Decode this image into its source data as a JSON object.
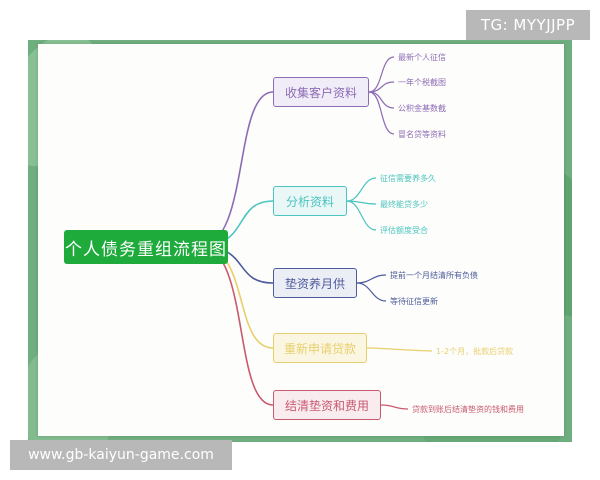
{
  "watermarks": {
    "top_right": "TG: MYYJJPP",
    "bottom_left": "www.gb-kaiyun-game.com"
  },
  "diagram": {
    "root": "个人债务重组流程图",
    "branches": [
      {
        "label": "收集客户资料",
        "color": "#8d6bb5",
        "bg": "#f1edf8",
        "leaves": [
          "最新个人征信",
          "一年个税截图",
          "公积金基数截",
          "冒名贷等资料"
        ]
      },
      {
        "label": "分析资料",
        "color": "#4cc4c0",
        "bg": "#e9f7f7",
        "leaves": [
          "征信需要养多久",
          "最终能贷多少",
          "评估额度受合"
        ]
      },
      {
        "label": "垫资养月供",
        "color": "#4d5b9c",
        "bg": "#eceef6",
        "leaves": [
          "提前一个月结清所有负债",
          "等待征信更新"
        ]
      },
      {
        "label": "重新申请贷款",
        "color": "#e8cf6d",
        "bg": "#fbf6e2",
        "leaves": [
          "1-2个月，批款后贷款"
        ]
      },
      {
        "label": "结清垫资和费用",
        "color": "#c85a6e",
        "bg": "#f9ecef",
        "leaves": [
          "贷款到账后结清垫资的钱和费用"
        ]
      }
    ]
  }
}
